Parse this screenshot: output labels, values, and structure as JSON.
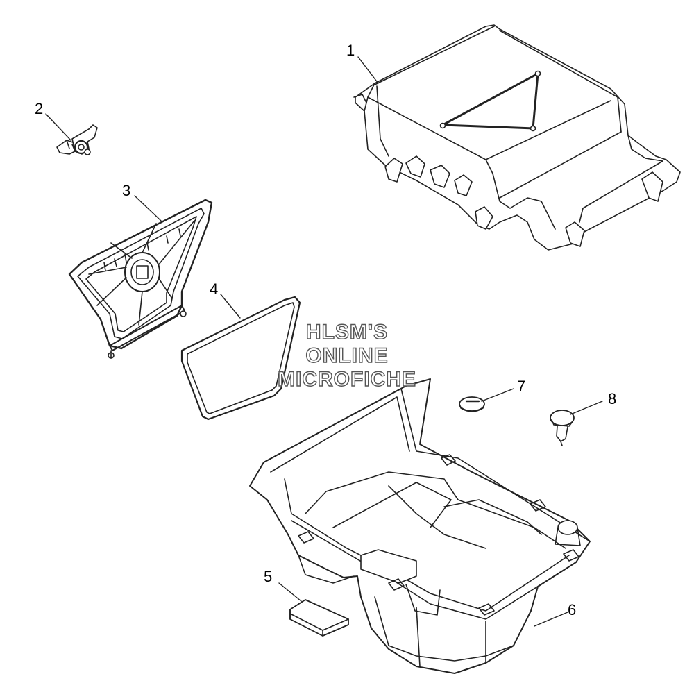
{
  "diagram": {
    "callouts": [
      {
        "id": "1",
        "label": "1"
      },
      {
        "id": "2",
        "label": "2"
      },
      {
        "id": "3",
        "label": "3"
      },
      {
        "id": "4",
        "label": "4"
      },
      {
        "id": "5",
        "label": "5"
      },
      {
        "id": "6",
        "label": "6"
      },
      {
        "id": "7",
        "label": "7"
      },
      {
        "id": "8",
        "label": "8"
      }
    ],
    "watermark": {
      "lines": [
        "HLSM'S",
        "ONLINE",
        "MICROFICHE"
      ]
    }
  }
}
